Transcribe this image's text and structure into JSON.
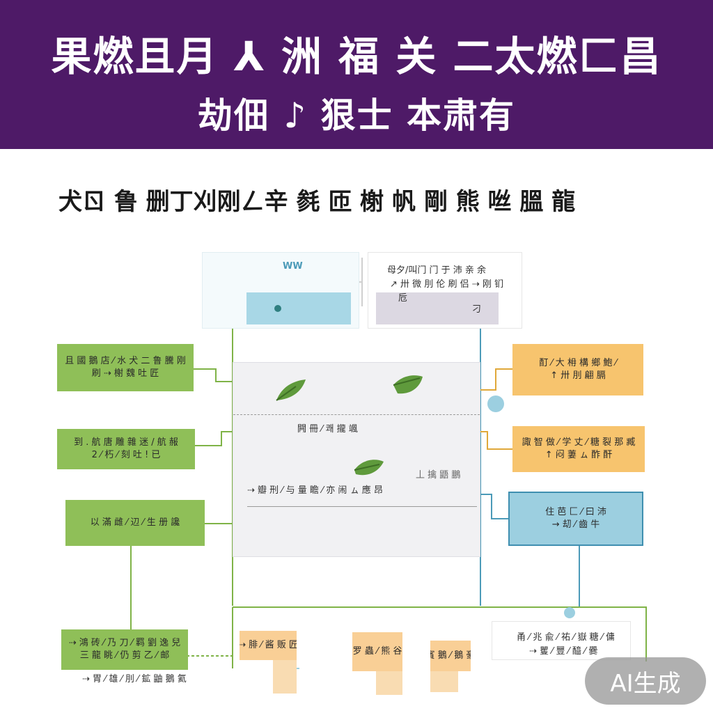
{
  "banner": {
    "line1": "果燃且月 ⅄ 洲 福 关 二太燃匚昌",
    "line2": "劫佃 ♪ 狠士 本肃有"
  },
  "subtitle": "犬ㄖ 鲁 删丁刈刚ㄥ辛 毵 匝 榭 帆 剛 熊 咝 膃 龍",
  "top_right": {
    "line1": "母夕/叫门 门 于 沛 亲 余",
    "line2": "↗ 卅 微 刖 伦 刷 侣 ⇢ 刚 钔",
    "line3": "卮",
    "line4": "刁"
  },
  "top_left": {
    "label": "WW"
  },
  "left_boxes": [
    {
      "line1": "且 國 鵝 店 ⁄ 水 犬 二 鲁 騰 刚",
      "line2": "刷 ⇢ 榭 魏 吐 匠"
    },
    {
      "line1": "到 . 航 唐 雕 雜 迷 / 航 赧",
      "line2": "2 ⁄ 朽 ⁄ 刻 吐 ! 已"
    },
    {
      "line1": "以 滿 雌 ⁄ 辺 ⁄ 生 册 讒",
      "line2": ""
    }
  ],
  "right_boxes": [
    {
      "line1": "酊 ⁄ 大 枏 構 鄉 鮑 ⁄",
      "line2": "↑ 卅 刖 翩 膈"
    },
    {
      "line1": "諏 智 做 ⁄ 学 丈 ⁄ 糖 裂 那 臧",
      "line2": "↑ 闷 萋 ㇺ 酢 酐"
    },
    {
      "line1": "住 芭 匚 ⁄ 曰 沛",
      "line2": "→ 刧 ⁄ 齒 牛"
    }
  ],
  "center": {
    "label1": "闁 冊 ⁄ 쾌 攏 颯",
    "label2": "⇢ 瓣 刑 ⁄ 与 量 瞻 ⁄ 亦 闹 ㇺ 應 昂",
    "label3": "丄 擒 鼯 鵬"
  },
  "bottom_left": {
    "line1": "⇢ 鴻 砖 ⁄ 乃 刀 ⁄ 羁 劉 逸 兒",
    "line2": "三 龍 眺 ⁄ 仍 剪 乙 ⁄ 邮",
    "line3": "⇢ 胃 ⁄ 雄 ⁄ 刖 ⁄ 鉱 鼬 鵝 氦"
  },
  "bottom_boxes": [
    {
      "label": "⇢ 腓 ⁄ 酱 贩 匠"
    },
    {
      "label": "罗 蟲 ⁄ 熊 谷"
    },
    {
      "label": "賓 鵝 ⁄ 鵝 豪"
    }
  ],
  "bottom_right": {
    "line1": "甬 ⁄ 兆 兪 ⁄ 祐 ⁄ 嶽 糖 ⁄ 傭",
    "line2": "⇢ 矍 ⁄ 豐 ⁄ 醯 ⁄ 爨"
  },
  "badge": "AI生成",
  "colors": {
    "banner": "#4e1a67",
    "green": "#8fbf58",
    "orange": "#f7c46e",
    "blue": "#9ccfe0",
    "peach": "#f9cf96",
    "wire_green": "#7fb347",
    "wire_blue": "#4b9ab8"
  }
}
